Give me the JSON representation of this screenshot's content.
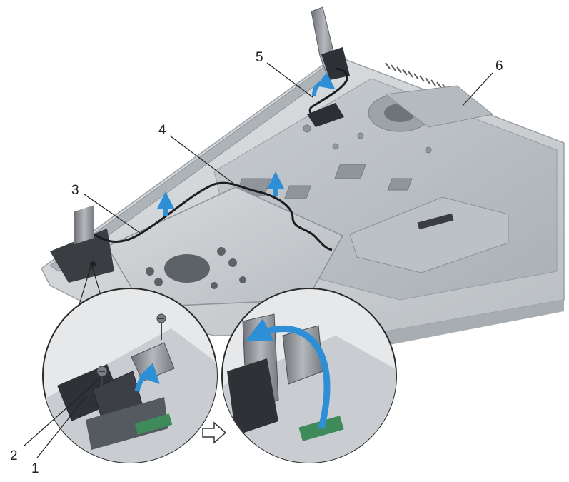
{
  "diagram": {
    "callouts": [
      {
        "id": "1",
        "label": "1"
      },
      {
        "id": "2",
        "label": "2"
      },
      {
        "id": "3",
        "label": "3"
      },
      {
        "id": "4",
        "label": "4"
      },
      {
        "id": "5",
        "label": "5"
      },
      {
        "id": "6",
        "label": "6"
      }
    ],
    "colors": {
      "chassis": "#cfd3d6",
      "chassis_shadow": "#a9aeb2",
      "palmrest_plate": "#bfc4c8",
      "hinge_dark": "#2e3136",
      "hinge_metal": "#8b8f94",
      "cable": "#1b1d20",
      "arrow_blue": "#2f8fd6",
      "callout_line": "#222222"
    }
  }
}
